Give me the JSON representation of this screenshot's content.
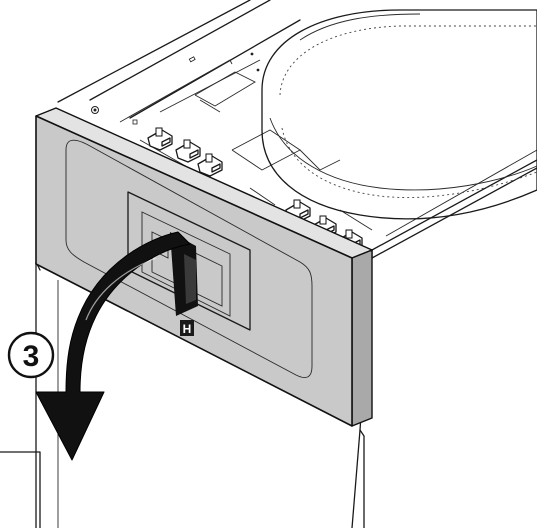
{
  "step": {
    "number": "3"
  },
  "panel": {
    "logo_letter": "H"
  },
  "colors": {
    "panel_fill": "#c9c9c9",
    "panel_dark": "#a9a9a9",
    "line": "#1a1a1a",
    "arrow": "#111111",
    "background": "#ffffff"
  },
  "icons": {
    "arrow": "curved-arrow-down-left",
    "callout": "circled-number"
  }
}
